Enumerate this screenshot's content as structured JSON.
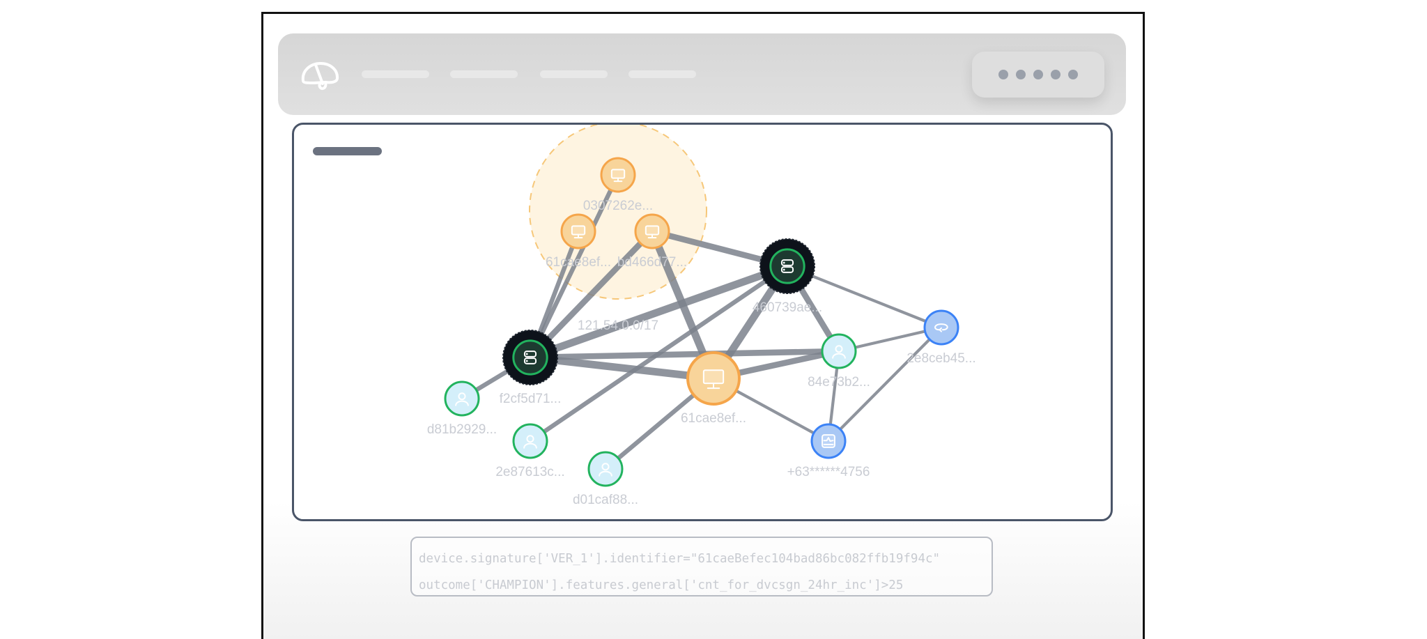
{
  "header": {
    "logo_icon": "brand-logo-icon",
    "nav_items": [
      "",
      "",
      "",
      ""
    ],
    "menu_button_icon": "more-dots-icon"
  },
  "graph_panel": {
    "title": "",
    "group": {
      "label": "121.54.0.0/17",
      "color": "#fdebc8"
    },
    "colors": {
      "device": "#f5a54a",
      "device_fill": "#f8d49a",
      "server": "#0d121a",
      "server_ring": "#22b35e",
      "user": "#22b35e",
      "user_fill": "#d4effa",
      "contact": "#3b82f6",
      "contact_fill": "#a9c8f5",
      "edge": "#7b818c",
      "label": "#c9ccd3"
    },
    "nodes": [
      {
        "id": "n1",
        "label": "0307262e...",
        "type": "device",
        "icon": "monitor-icon",
        "in_group": true
      },
      {
        "id": "n2",
        "label": "61cae8ef...",
        "type": "device",
        "icon": "monitor-icon",
        "in_group": true
      },
      {
        "id": "n3",
        "label": "bd466d77...",
        "type": "device",
        "icon": "monitor-icon",
        "in_group": true
      },
      {
        "id": "n4",
        "label": "460739ae...",
        "type": "server",
        "icon": "server-icon"
      },
      {
        "id": "n5",
        "label": "f2cf5d71...",
        "type": "server",
        "icon": "server-icon"
      },
      {
        "id": "n6",
        "label": "61cae8ef...",
        "type": "device-focus",
        "icon": "monitor-icon"
      },
      {
        "id": "n7",
        "label": "84e73b2...",
        "type": "user",
        "icon": "user-icon"
      },
      {
        "id": "n8",
        "label": "2e8ceb45...",
        "type": "contact",
        "icon": "link-icon"
      },
      {
        "id": "n9",
        "label": "+63******4756",
        "type": "contact",
        "icon": "phone-record-icon"
      },
      {
        "id": "n10",
        "label": "d81b2929...",
        "type": "user",
        "icon": "user-icon"
      },
      {
        "id": "n11",
        "label": "2e87613c...",
        "type": "user",
        "icon": "user-icon"
      },
      {
        "id": "n12",
        "label": "d01caf88...",
        "type": "user",
        "icon": "user-icon"
      }
    ],
    "edges": [
      {
        "from": "n1",
        "to": "n5",
        "weight": 2
      },
      {
        "from": "n2",
        "to": "n5",
        "weight": 2
      },
      {
        "from": "n3",
        "to": "n5",
        "weight": 3
      },
      {
        "from": "n3",
        "to": "n4",
        "weight": 3
      },
      {
        "from": "n3",
        "to": "n6",
        "weight": 4
      },
      {
        "from": "n5",
        "to": "n4",
        "weight": 4
      },
      {
        "from": "n5",
        "to": "n6",
        "weight": 4
      },
      {
        "from": "n5",
        "to": "n7",
        "weight": 3
      },
      {
        "from": "n5",
        "to": "n10",
        "weight": 2
      },
      {
        "from": "n4",
        "to": "n6",
        "weight": 4
      },
      {
        "from": "n4",
        "to": "n7",
        "weight": 3
      },
      {
        "from": "n4",
        "to": "n8",
        "weight": 1
      },
      {
        "from": "n4",
        "to": "n11",
        "weight": 2
      },
      {
        "from": "n6",
        "to": "n7",
        "weight": 3
      },
      {
        "from": "n6",
        "to": "n9",
        "weight": 1
      },
      {
        "from": "n6",
        "to": "n12",
        "weight": 2
      },
      {
        "from": "n7",
        "to": "n8",
        "weight": 1
      },
      {
        "from": "n7",
        "to": "n9",
        "weight": 1
      },
      {
        "from": "n8",
        "to": "n9",
        "weight": 1
      }
    ]
  },
  "query": {
    "lines": [
      "device.signature['VER_1'].identifier=\"61caeBefec104bad86bc082ffb19f94c\"",
      "outcome['CHAMPION'].features.general['cnt_for_dvcsgn_24hr_inc']>25"
    ]
  }
}
